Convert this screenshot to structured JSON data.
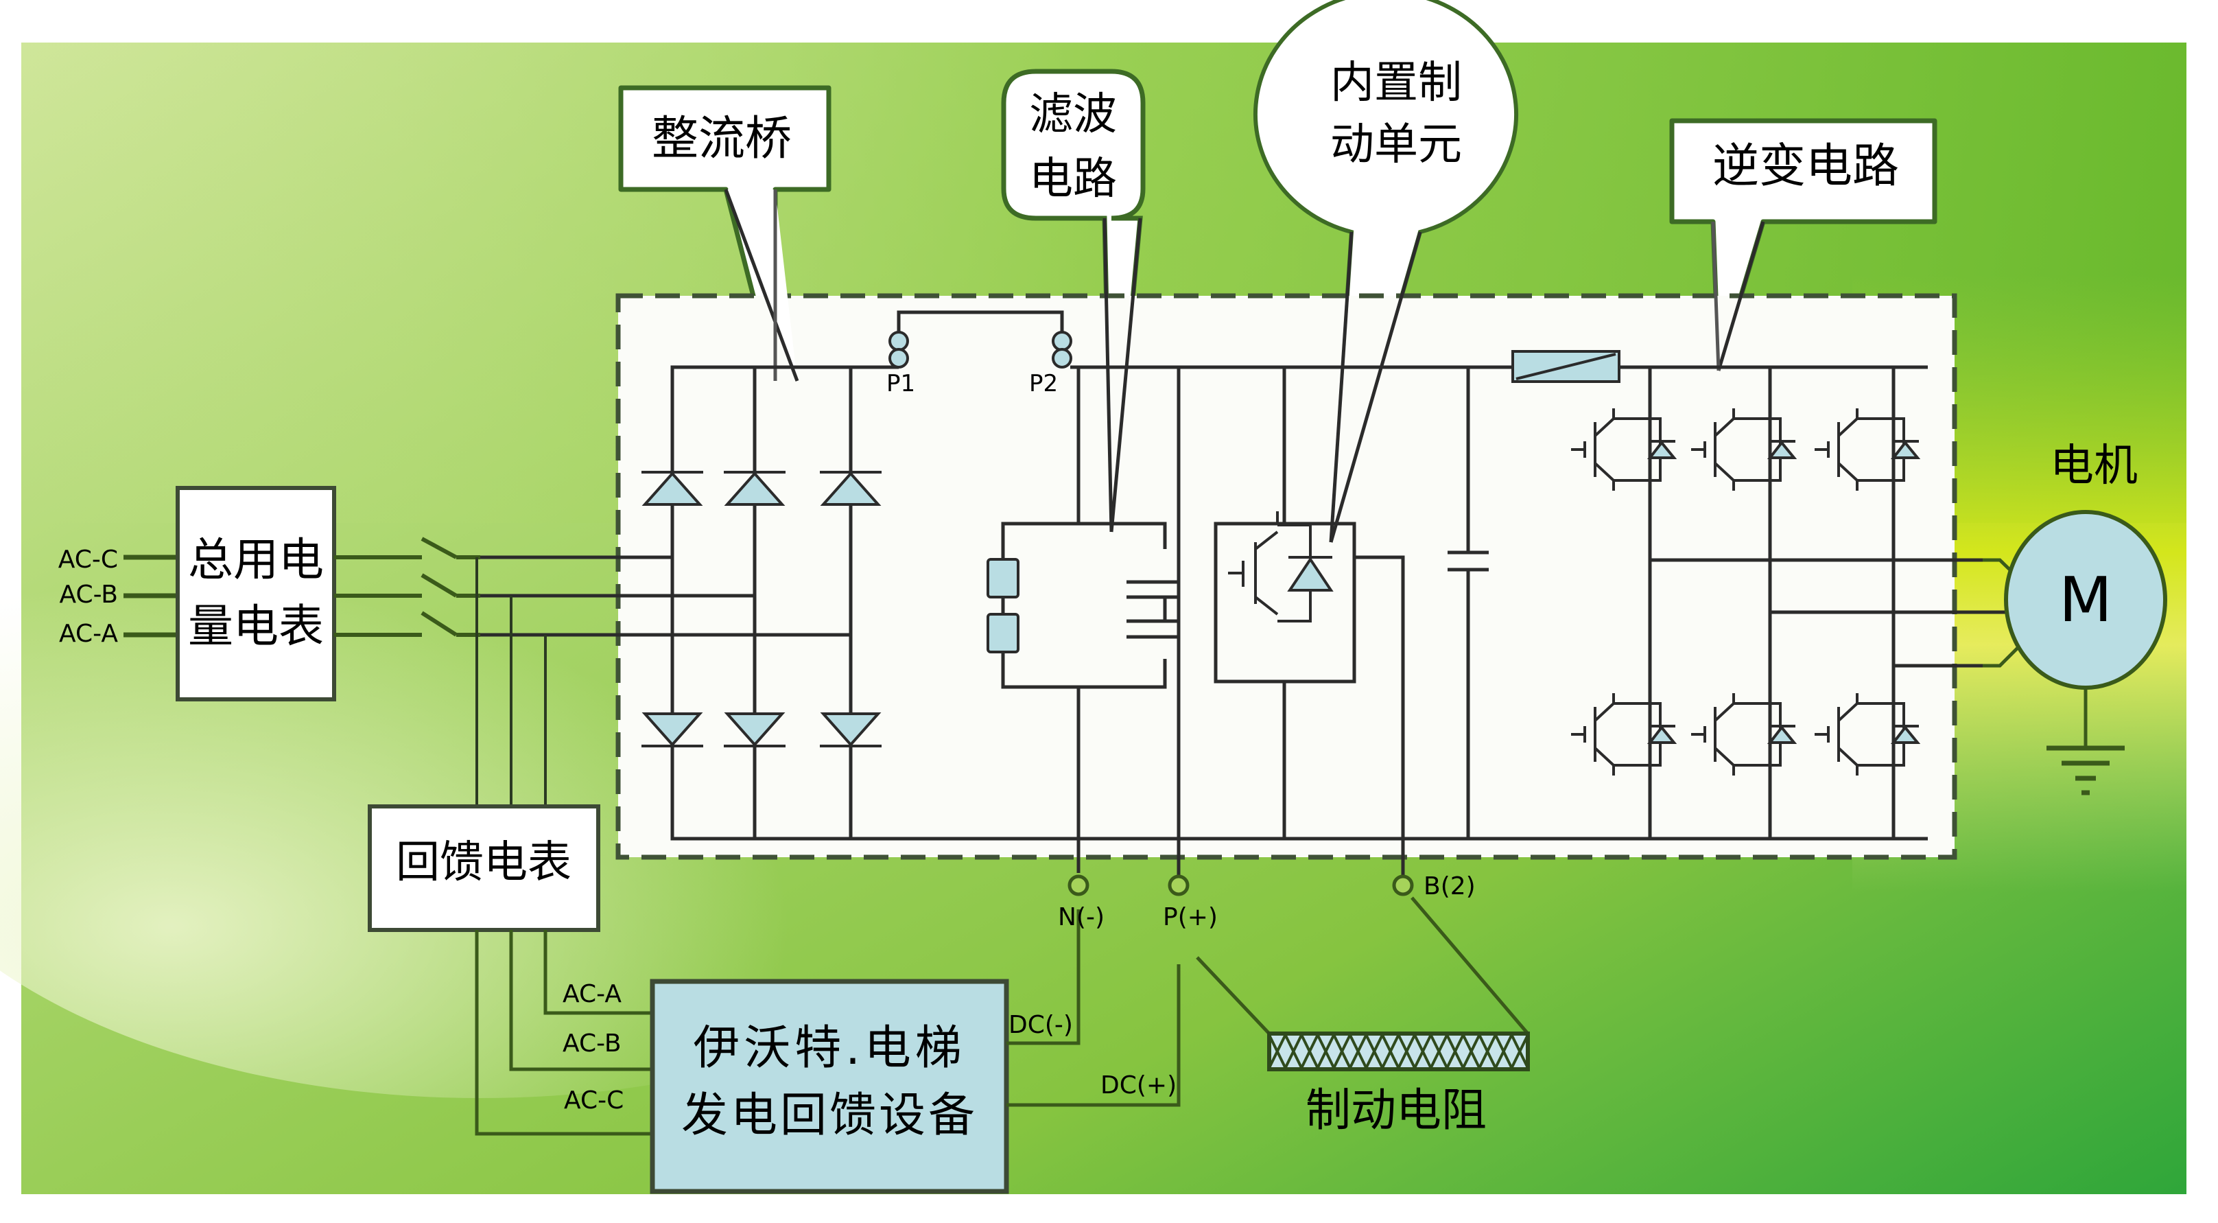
{
  "callouts": {
    "rectifier": "整流桥",
    "filter_line1": "滤波",
    "filter_line2": "电路",
    "brake_unit_line1": "内置制",
    "brake_unit_line2": "动单元",
    "inverter": "逆变电路"
  },
  "motor": {
    "title": "电机",
    "symbol": "M"
  },
  "main_meter": {
    "line1": "总用电",
    "line2": "量电表",
    "inputs": [
      "AC-C",
      "AC-B",
      "AC-A"
    ]
  },
  "feedback_meter": {
    "label": "回馈电表"
  },
  "feedback_device": {
    "line1": "伊沃特.电梯",
    "line2": "发电回馈设备",
    "ac_inputs": [
      "AC-A",
      "AC-B",
      "AC-C"
    ],
    "dc_minus": "DC(-)",
    "dc_plus": "DC(+)"
  },
  "terminals": {
    "p1": "P1",
    "p2": "P2",
    "n_minus": "N(-)",
    "p_plus": "P(+)",
    "b2": "B(2)"
  },
  "brake_resistor": {
    "label": "制动电阻"
  },
  "colors": {
    "component_fill": "#b9dde3",
    "wire": "#2b2b2b",
    "external_wire": "#3a5a1a",
    "callout_border": "#3d6b25",
    "bg_green_light": "#d9eca0",
    "bg_green_dark": "#3aa83a",
    "bg_yellow": "#f4f03a"
  }
}
